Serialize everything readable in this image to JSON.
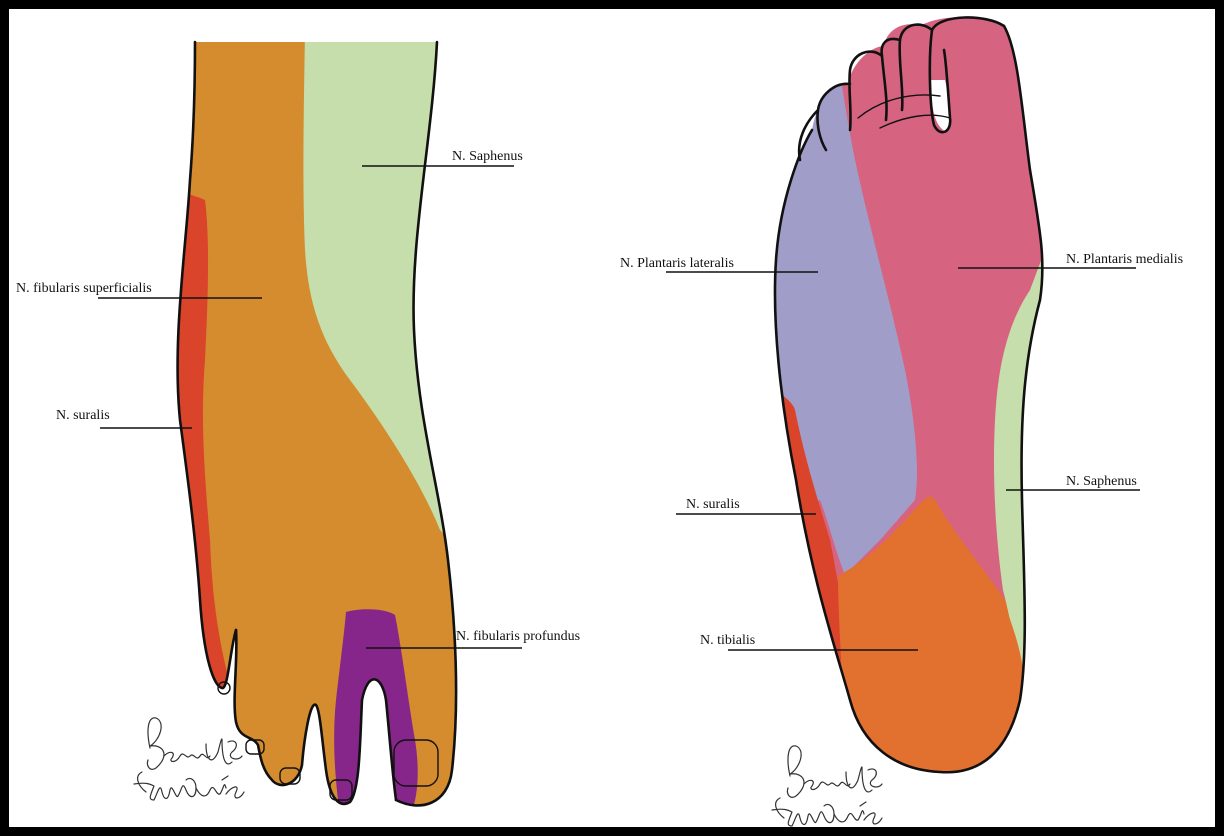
{
  "colors": {
    "fibularis_superficialis": "#d48c2e",
    "saphenus": "#c6deab",
    "suralis": "#d9442b",
    "fibularis_profundus": "#87268a",
    "plantaris_lateralis": "#a09ec9",
    "plantaris_medialis": "#d66480",
    "tibialis": "#e2702f"
  },
  "dorsal": {
    "labels": {
      "saphenus": "N. Saphenus",
      "fibularis_superficialis": "N. fibularis superficialis",
      "suralis": "N. suralis",
      "fibularis_profundus": "N. fibularis profundus"
    },
    "signature": "Berrin Us Gündüz"
  },
  "plantar": {
    "labels": {
      "plantaris_lateralis": "N. Plantaris lateralis",
      "plantaris_medialis": "N. Plantaris medialis",
      "saphenus": "N. Saphenus",
      "suralis": "N. suralis",
      "tibialis": "N. tibialis"
    },
    "signature": "Berrin Us Gündüz"
  }
}
